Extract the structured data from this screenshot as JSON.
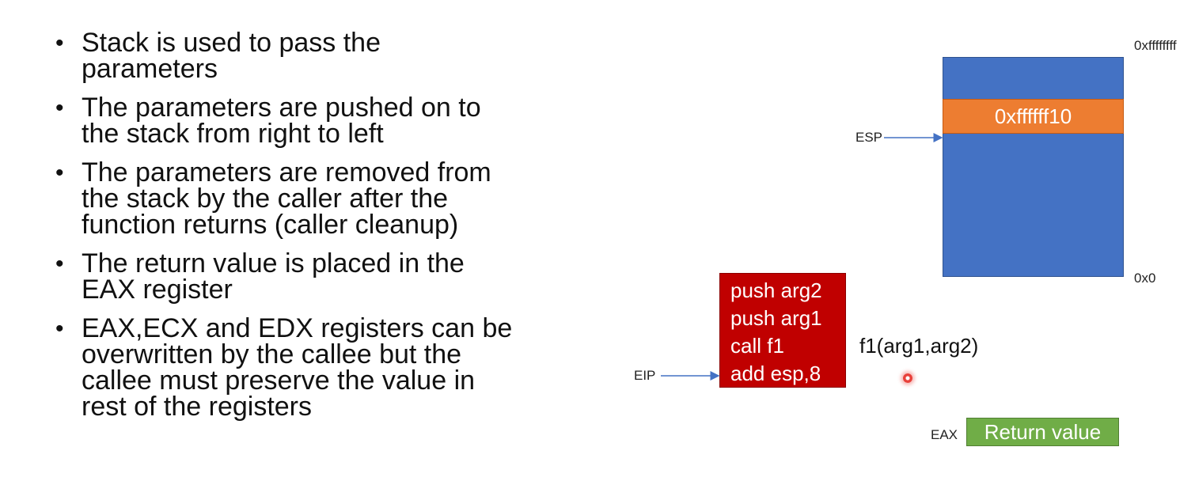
{
  "bullets": [
    "Stack is used to pass the\nparameters",
    "The parameters are pushed on to\nthe stack from right to left",
    "The parameters are removed from\nthe stack by the caller after the\nfunction returns (caller cleanup)",
    "The return value is placed in the\nEAX register",
    "EAX,ECX and EDX registers can be\noverwritten by the callee but the\ncallee must preserve the value in\nrest of the registers"
  ],
  "bullet_glyph": "•",
  "stack": {
    "top_address": "0xffffffff",
    "bottom_address": "0x0",
    "esp_value": "0xffffff10",
    "esp_label": "ESP",
    "colors": {
      "stack": "#4472c4",
      "esp_slot": "#ed7d31"
    }
  },
  "code": {
    "lines": [
      "push arg2",
      "push arg1",
      "call f1",
      "add esp,8"
    ],
    "eip_label": "EIP",
    "color": "#c00000"
  },
  "function_call": "f1(arg1,arg2)",
  "return": {
    "register_label": "EAX",
    "value_label": "Return value",
    "color": "#70ad47"
  }
}
